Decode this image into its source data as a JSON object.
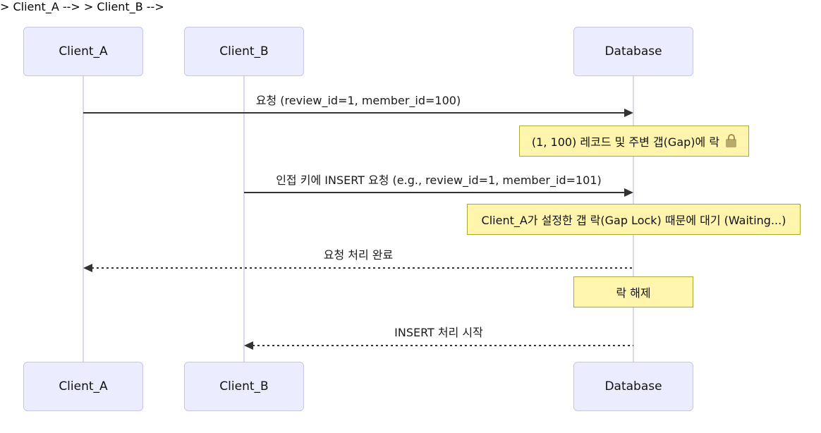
{
  "diagram": {
    "type": "sequence-diagram",
    "participants": [
      {
        "id": "client_a",
        "label": "Client_A"
      },
      {
        "id": "client_b",
        "label": "Client_B"
      },
      {
        "id": "database",
        "label": "Database"
      }
    ],
    "messages": [
      {
        "from": "Client_A",
        "to": "Database",
        "style": "solid",
        "label": "요청 (review_id=1, member_id=100)"
      },
      {
        "from": "Client_B",
        "to": "Database",
        "style": "solid",
        "label": "인접 키에 INSERT 요청 (e.g., review_id=1, member_id=101)"
      },
      {
        "from": "Database",
        "to": "Client_A",
        "style": "dashed",
        "label": "요청 처리 완료"
      },
      {
        "from": "Database",
        "to": "Client_B",
        "style": "dashed",
        "label": "INSERT 처리 시작"
      }
    ],
    "notes": [
      {
        "over": "Database",
        "label": "(1, 100) 레코드 및 주변 갭(Gap)에 락",
        "icon": "lock"
      },
      {
        "over": "Database",
        "label": "Client_A가 설정한 갭 락(Gap Lock) 때문에 대기 (Waiting...)",
        "icon": ""
      },
      {
        "over": "Database",
        "label": "락 해제",
        "icon": ""
      }
    ],
    "colors": {
      "actor_fill": "#ECECFF",
      "actor_border": "#C9C3EA",
      "note_fill": "#FFF5AD",
      "note_border": "#AAAA33",
      "line": "#333333",
      "lifeline": "#DBD8EE",
      "background": "#FFFFFF"
    }
  }
}
